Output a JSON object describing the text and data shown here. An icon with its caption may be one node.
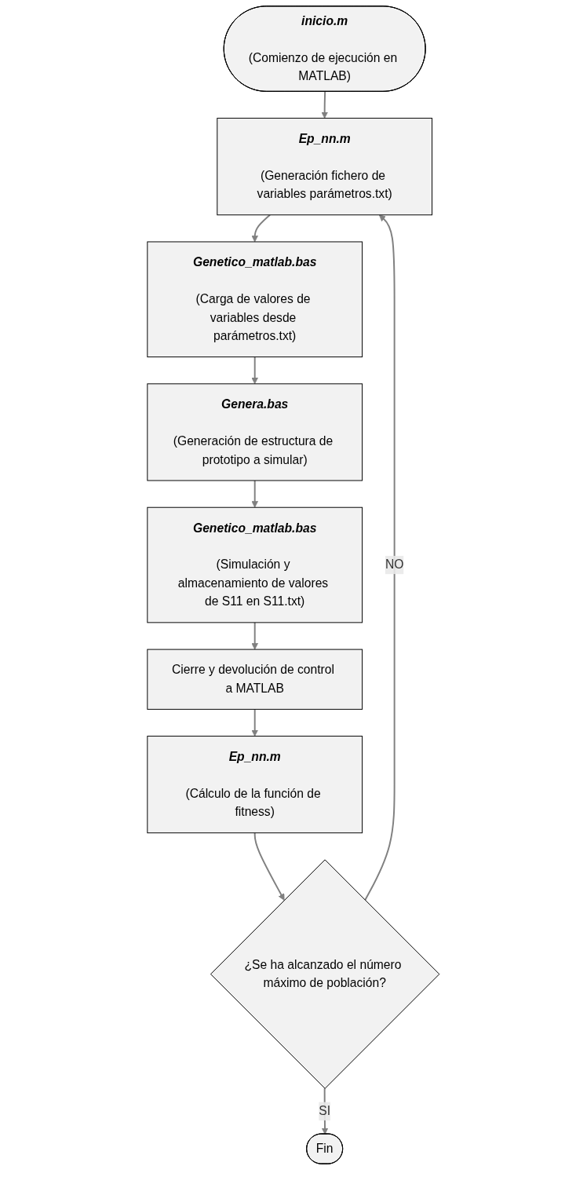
{
  "diagram": {
    "nodes": [
      {
        "text": [
          "inicio.m",
          "(Comienzo de ejecución en MATLAB)"
        ]
      },
      {
        "text": [
          "Ep_nn.m",
          "(Generación fichero de variables parámetros.txt)"
        ]
      },
      {
        "text": [
          "Genetico_matlab.bas",
          "(Carga de valores de variables desde parámetros.txt)"
        ]
      },
      {
        "text": [
          "Genera.bas",
          "(Generación de estructura de prototipo a simular)"
        ]
      },
      {
        "text": [
          "Genetico_matlab.bas",
          "(Simulación y almacenamiento de valores de S11 en S11.txt)"
        ]
      },
      {
        "text": [
          "Cierre y devolución de control a MATLAB"
        ]
      },
      {
        "text": [
          "Ep_nn.m",
          "(Cálculo de la función de fitness)"
        ]
      },
      {
        "text": [
          "¿Se ha alcanzado el número máximo de población?"
        ]
      },
      {
        "text": [
          "Fin"
        ]
      }
    ],
    "edges": [
      {
        "from": 0,
        "to": 1,
        "arrow": "to"
      },
      {
        "from": 1,
        "to": 2,
        "arrow": "to"
      },
      {
        "from": 2,
        "to": 3,
        "arrow": "to"
      },
      {
        "from": 3,
        "to": 4,
        "arrow": "to"
      },
      {
        "from": 4,
        "to": 5,
        "arrow": "to"
      },
      {
        "from": 5,
        "to": 6,
        "arrow": "to"
      },
      {
        "from": 6,
        "to": 7,
        "arrow": "to"
      },
      {
        "from": 7,
        "to": 1,
        "arrow": "to",
        "label": "NO"
      },
      {
        "from": 7,
        "to": 8,
        "arrow": "to",
        "label": "SI"
      }
    ]
  }
}
